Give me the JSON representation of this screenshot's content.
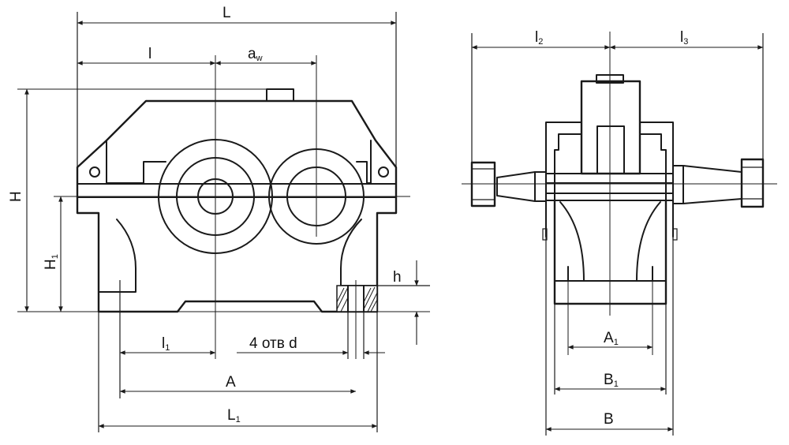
{
  "dimensions": {
    "L": {
      "main": "L",
      "sub": ""
    },
    "l": {
      "main": "l",
      "sub": ""
    },
    "aw": {
      "main": "a",
      "sub": "w"
    },
    "H": {
      "main": "H",
      "sub": ""
    },
    "H1": {
      "main": "H",
      "sub": "1"
    },
    "h": {
      "main": "h",
      "sub": ""
    },
    "l1": {
      "main": "l",
      "sub": "1"
    },
    "holes": {
      "main": "4 отв d",
      "sub": ""
    },
    "A": {
      "main": "A",
      "sub": ""
    },
    "L1": {
      "main": "L",
      "sub": "1"
    },
    "l2": {
      "main": "l",
      "sub": "2"
    },
    "l3": {
      "main": "l",
      "sub": "3"
    },
    "A1": {
      "main": "A",
      "sub": "1"
    },
    "B1": {
      "main": "B",
      "sub": "1"
    },
    "B": {
      "main": "B",
      "sub": ""
    }
  }
}
